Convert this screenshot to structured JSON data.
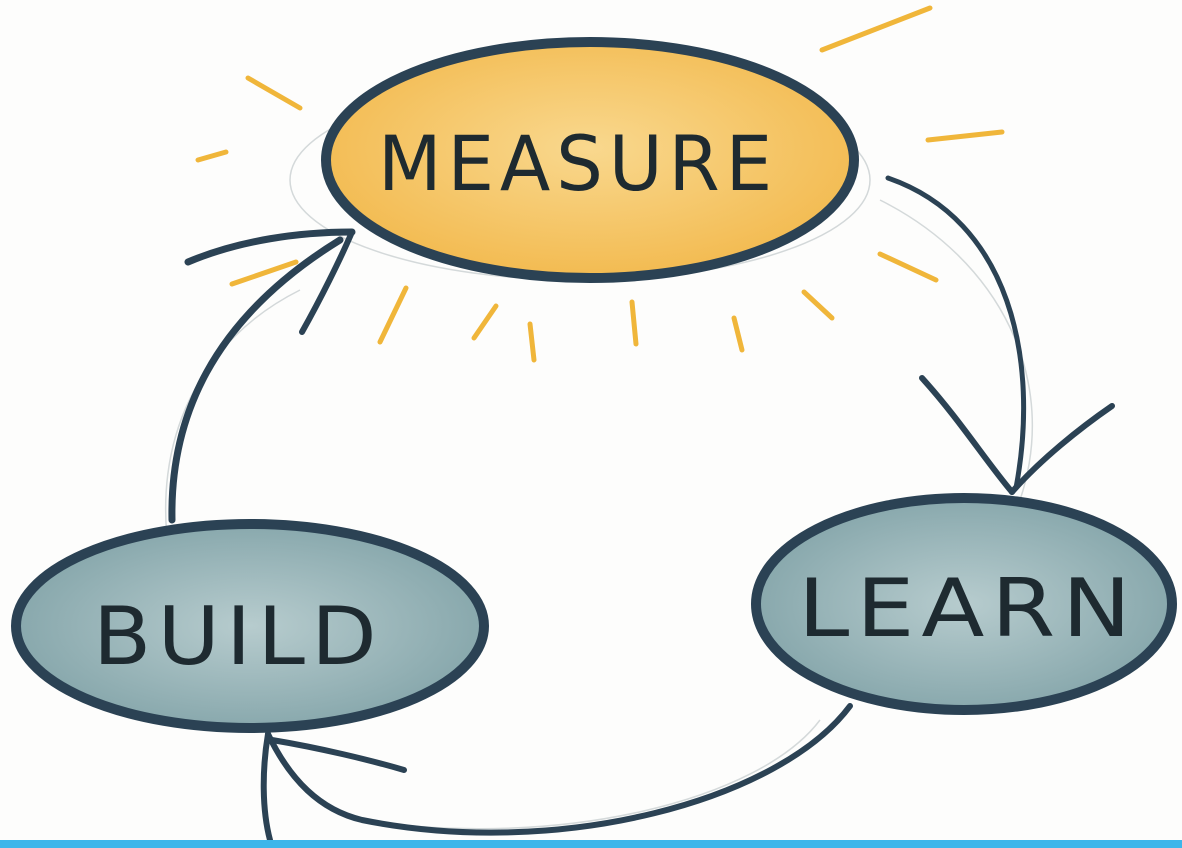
{
  "nodes": {
    "measure": {
      "label": "MEASURE"
    },
    "learn": {
      "label": "LEARN"
    },
    "build": {
      "label": "BUILD"
    }
  },
  "colors": {
    "measure_fill": "#f2b84b",
    "measure_fill_light": "#f9d88e",
    "node_fill": "#7fa1a6",
    "node_fill_light": "#b7ccce",
    "outline": "#2b4254",
    "sunray": "#f0b63a",
    "bottom_bar": "#3db6ea"
  }
}
